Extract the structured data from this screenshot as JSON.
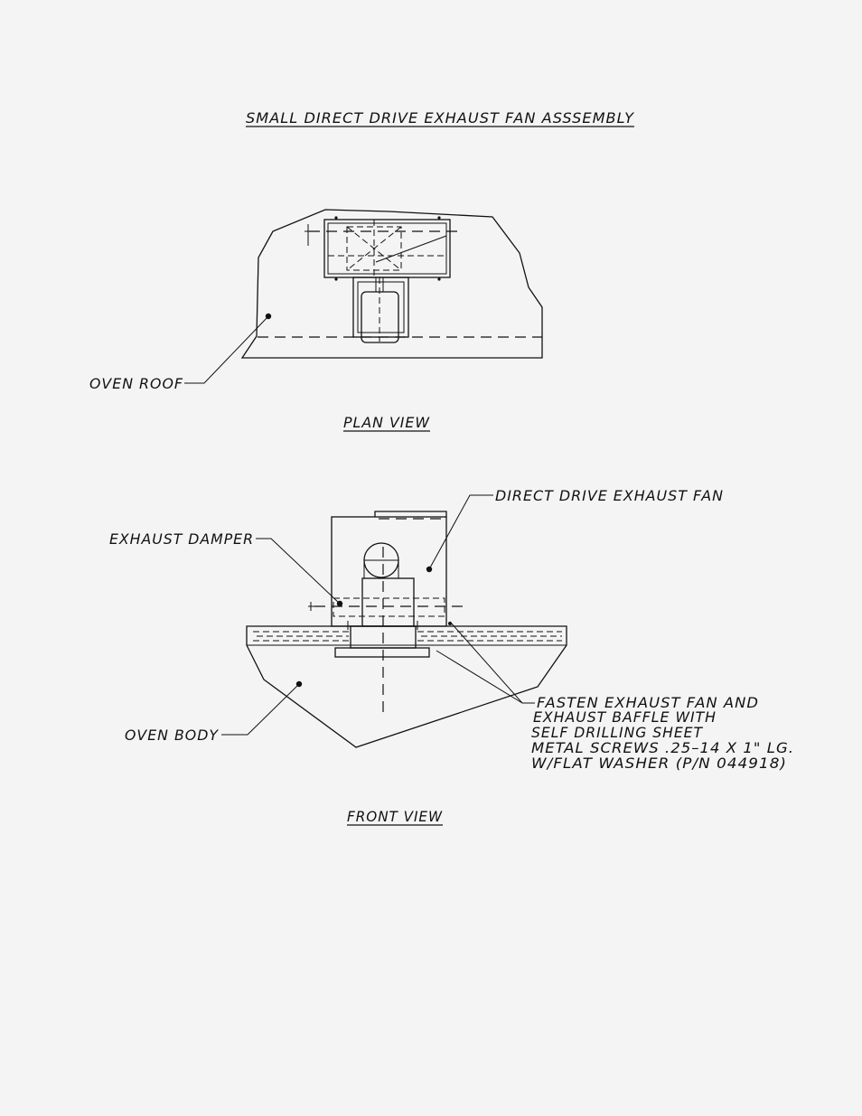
{
  "title": "SMALL DIRECT DRIVE EXHAUST FAN ASSSEMBLY",
  "plan_view": {
    "caption": "PLAN VIEW",
    "label_oven_roof": "OVEN ROOF"
  },
  "front_view": {
    "caption": "FRONT VIEW",
    "label_exhaust_fan": "DIRECT DRIVE EXHAUST FAN",
    "label_damper": "EXHAUST DAMPER",
    "label_oven_body": "OVEN BODY",
    "note_lines": [
      "FASTEN EXHAUST FAN AND",
      "EXHAUST BAFFLE WITH",
      "SELF DRILLING SHEET",
      "METAL SCREWS .25–14 X 1\" LG.",
      "W/FLAT WASHER (P/N 044918)"
    ]
  }
}
